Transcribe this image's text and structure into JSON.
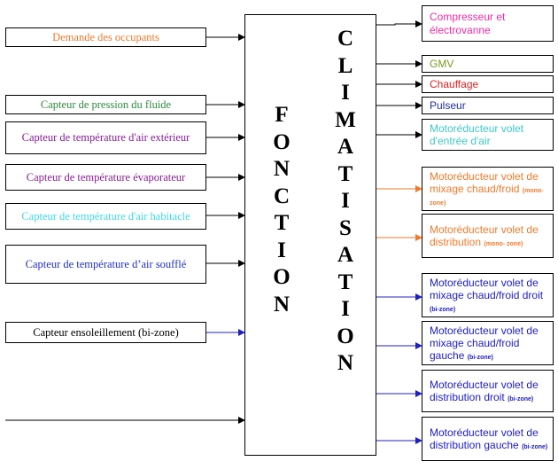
{
  "title": {
    "left_word": [
      "F",
      "O",
      "N",
      "C",
      "T",
      "I",
      "O",
      "N"
    ],
    "right_word": [
      "C",
      "L",
      "I",
      "M",
      "A",
      "T",
      "I",
      "S",
      "A",
      "T",
      "I",
      "O",
      "N"
    ]
  },
  "inputs": [
    {
      "label": "Demande des occupants",
      "color": "#f07a2a"
    },
    {
      "label": "Capteur de pression du fluide",
      "color": "#2e8b3e"
    },
    {
      "label": "Capteur de température d'air extérieur",
      "color": "#8a1a9a"
    },
    {
      "label": "Capteur de température évaporateur",
      "color": "#8a1a9a"
    },
    {
      "label": "Capteur de température d'air habitacle",
      "color": "#3ed8e8"
    },
    {
      "label": "Capteur de température d’air soufflé",
      "color": "#2030c8"
    },
    {
      "label": "Capteur ensoleillement (bi-zone)",
      "color": "#000000"
    }
  ],
  "outputs": [
    {
      "label": "Compresseur et électrovanne",
      "note": "",
      "color": "#f02aa8"
    },
    {
      "label": "GMV",
      "note": "",
      "color": "#7a9a20"
    },
    {
      "label": "Chauffage",
      "note": "",
      "color": "#e02020"
    },
    {
      "label": "Pulseur",
      "note": "",
      "color": "#2030a0"
    },
    {
      "label": "Motoréducteur volet d'entrée d'air",
      "note": "",
      "color": "#3ec8c8"
    },
    {
      "label": "Motoréducteur volet de mixage chaud/froid",
      "note": "(mono- zone)",
      "color": "#f07a2a"
    },
    {
      "label": "Motoréducteur volet de distribution",
      "note": "(mono- zone)",
      "color": "#f07a2a"
    },
    {
      "label": "Motoréducteur volet de mixage chaud/froid droit",
      "note": "(bi-zone)",
      "color": "#2020c0"
    },
    {
      "label": "Motoréducteur volet de mixage chaud/froid gauche",
      "note": "(bi-zone)",
      "color": "#2020c0"
    },
    {
      "label": "Motoréducteur volet de distribution droit",
      "note": "(bi-zone)",
      "color": "#2020c0"
    },
    {
      "label": "Motoréducteur volet de distribution gauche",
      "note": "(bi-zone)",
      "color": "#2020c0"
    }
  ],
  "colors": {
    "line": "#000000",
    "blue_arrow": "#2020c0",
    "orange_arrow": "#f07a2a"
  }
}
